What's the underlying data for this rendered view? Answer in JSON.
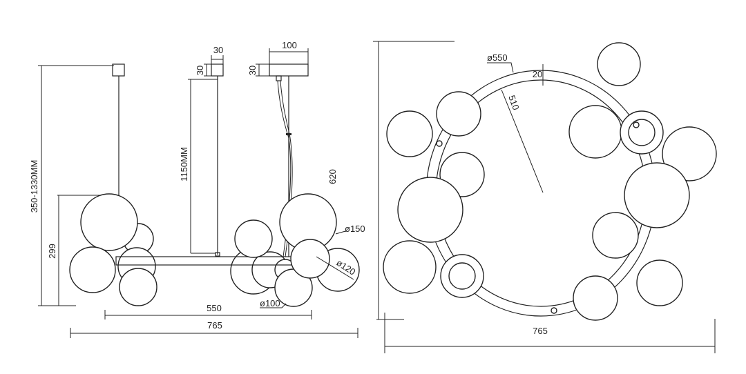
{
  "side_view": {
    "canopy_small_width": "30",
    "canopy_small_height": "30",
    "canopy_large_width": "100",
    "canopy_large_height": "30",
    "cable_length": "1150MM",
    "body_height": "620",
    "drop_range": "350-1330MM",
    "globe_cluster_height": "299",
    "globe_large": "ø150",
    "globe_medium": "ø120",
    "globe_small": "ø100",
    "bar_length": "550",
    "overall_width": "765"
  },
  "top_view": {
    "ring_diameter": "ø550",
    "ring_width": "20",
    "inner_radius_label": "510",
    "overall_width": "765"
  },
  "colors": {
    "line": "#222222",
    "background": "#ffffff"
  }
}
